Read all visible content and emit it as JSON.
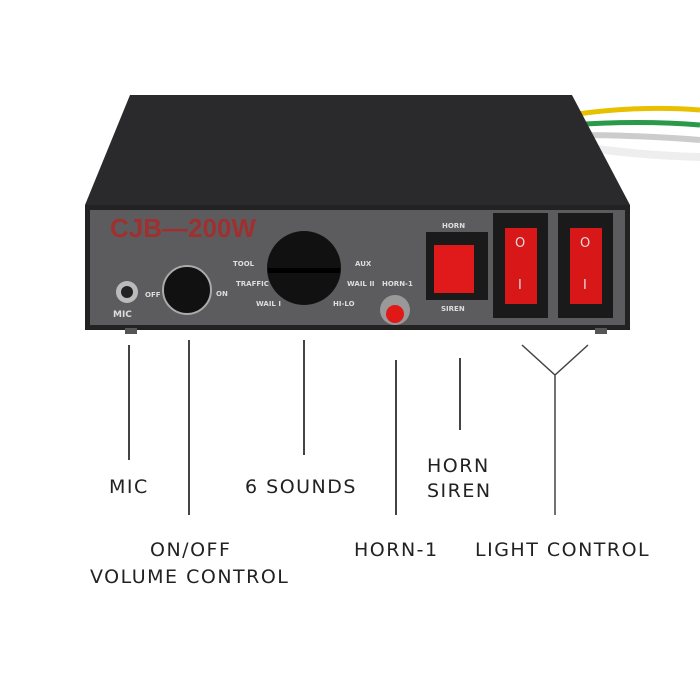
{
  "device": {
    "model": "CJB—200W",
    "mic": "MIC",
    "off": "OFF",
    "on": "ON",
    "sounds": [
      "TOOL",
      "TRAFFIC",
      "WAIL I",
      "AUX",
      "WAIL II",
      "HI-LO"
    ],
    "horn1": "HORN-1",
    "horn": "HORN",
    "siren": "SIREN",
    "switch_off": "O",
    "switch_on": "I"
  },
  "callouts": {
    "mic": "MIC",
    "sounds": "6 SOUNDS",
    "horn": "HORN",
    "siren": "SIREN",
    "onoff": "ON/OFF",
    "volume": "VOLUME CONTROL",
    "horn1": "HORN-1",
    "light": "LIGHT CONTROL"
  },
  "colors": {
    "model_red": "#a03030",
    "switch_red": "#d81818"
  }
}
